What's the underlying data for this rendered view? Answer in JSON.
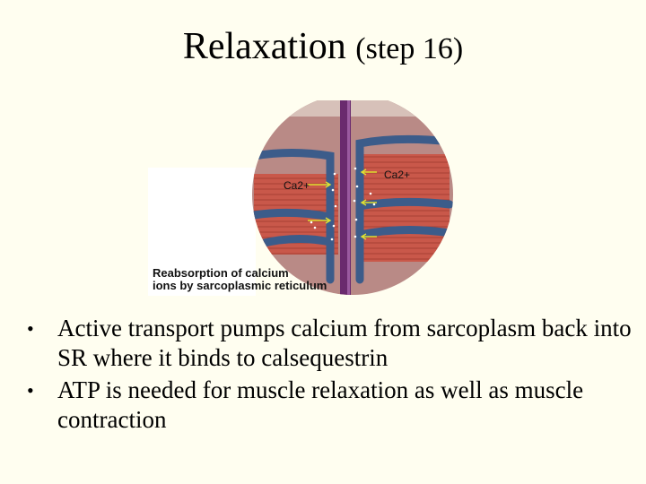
{
  "slide": {
    "title_main": "Relaxation",
    "title_sub": "(step 16)"
  },
  "figure": {
    "ca_label_left": "Ca2+",
    "ca_label_right": "Ca2+",
    "caption_line1": "Reabsorption of calcium",
    "caption_line2": "ions by sarcoplasmic reticulum",
    "colors": {
      "membrane": "#b98a86",
      "muscle": "#c9584a",
      "reticulum": "#3c5c8a",
      "t_tubule": "#6a2a6e"
    }
  },
  "bullets": [
    "Active transport pumps calcium from sarcoplasm back into SR where it binds to calsequestrin",
    "ATP is needed for muscle relaxation as well as muscle contraction"
  ]
}
